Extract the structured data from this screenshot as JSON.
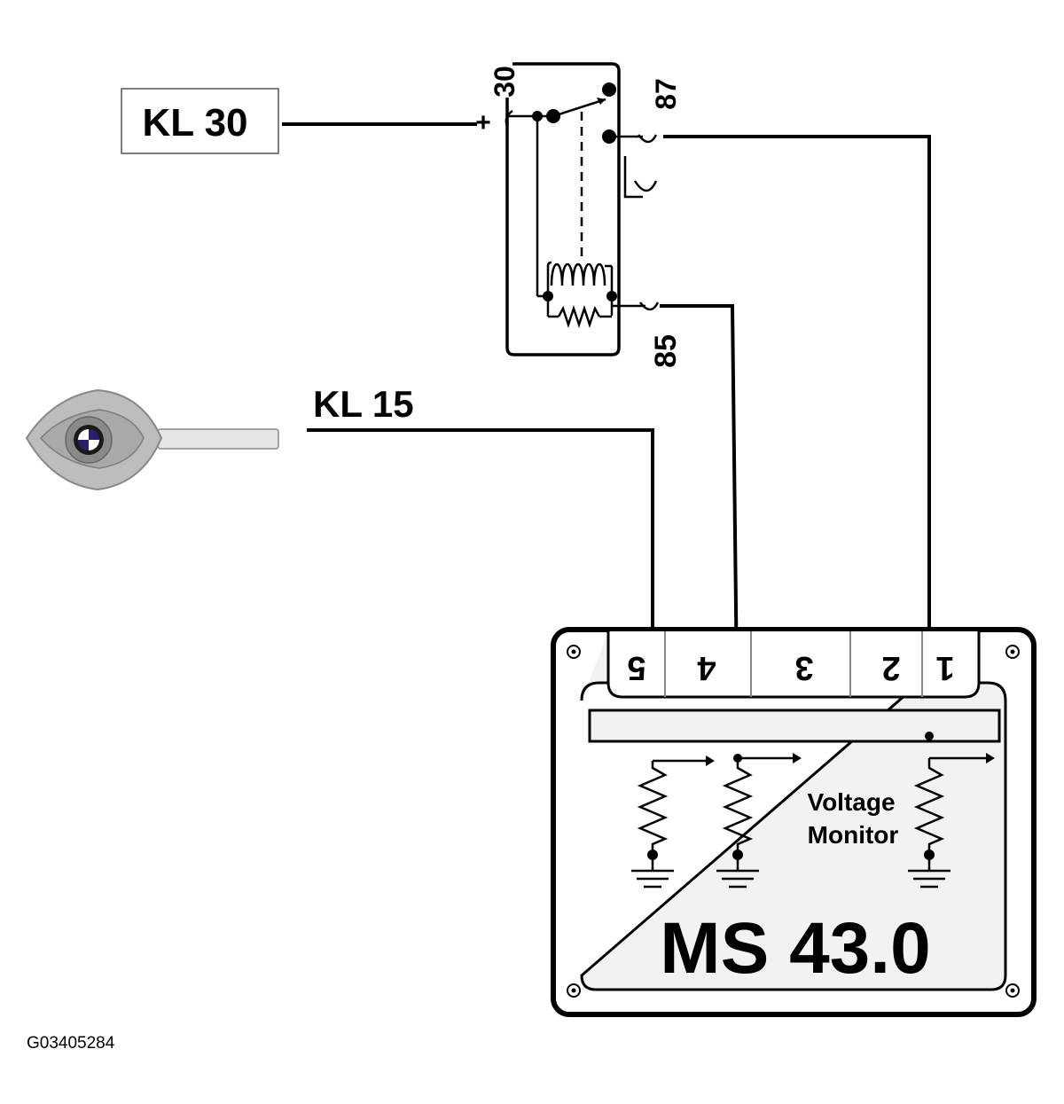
{
  "labels": {
    "kl30": "KL 30",
    "kl15": "KL 15",
    "relay_30": "30",
    "relay_87": "87",
    "relay_85": "85",
    "relay_plus": "+",
    "ecu_name": "MS 43.0",
    "voltage_monitor_line1": "Voltage",
    "voltage_monitor_line2": "Monitor",
    "figure_id": "G03405284"
  },
  "connector_pins": [
    "5",
    "4",
    "3",
    "2",
    "1"
  ],
  "icons": {
    "key": "bmw-key-icon",
    "ground": "ground-icon",
    "resistor": "resistor-icon",
    "coil": "relay-coil-icon"
  },
  "colors": {
    "line": "#000000",
    "box_fill": "#f2f2f2",
    "key_body": "#bdbdbd",
    "key_blade": "#e6e6e6",
    "bmw_blue": "#2b1f6e"
  }
}
